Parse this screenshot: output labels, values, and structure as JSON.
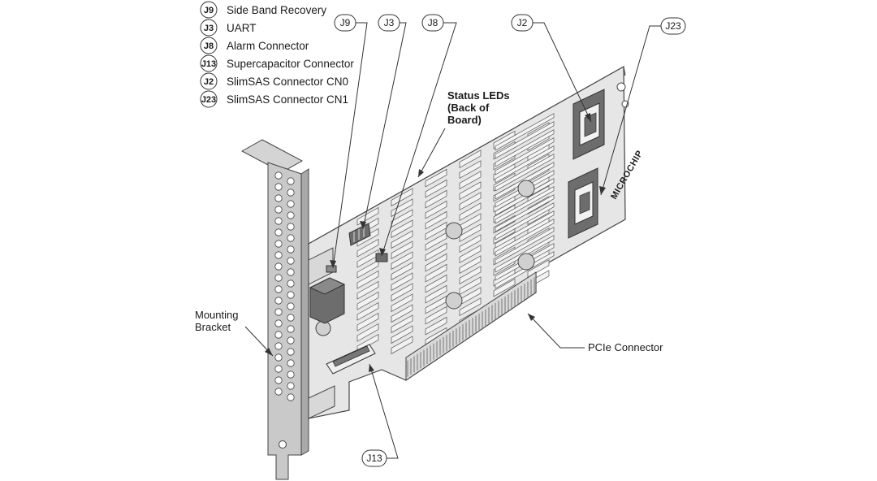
{
  "legend": [
    {
      "code": "J9",
      "label": "Side Band Recovery"
    },
    {
      "code": "J3",
      "label": "UART"
    },
    {
      "code": "J8",
      "label": "Alarm Connector"
    },
    {
      "code": "J13",
      "label": "Supercapacitor Connector"
    },
    {
      "code": "J2",
      "label": "SlimSAS Connector CN0"
    },
    {
      "code": "J23",
      "label": "SlimSAS Connector CN1"
    }
  ],
  "callouts": {
    "j9": "J9",
    "j3": "J3",
    "j8": "J8",
    "j2": "J2",
    "j23": "J23",
    "j13": "J13"
  },
  "labels": {
    "status_leds": [
      "Status LEDs",
      "(Back of",
      "Board)"
    ],
    "mounting_bracket": [
      "Mounting",
      "Bracket"
    ],
    "pcie_connector": "PCIe Connector"
  },
  "logo": "MICROCHIP",
  "colors": {
    "board": "#e4e4e4",
    "board_edge": "#b9b9b9",
    "component": "#ececec",
    "dark_part": "#6d6d6d",
    "bracket": "#c9c9c9",
    "line": "#333333"
  }
}
